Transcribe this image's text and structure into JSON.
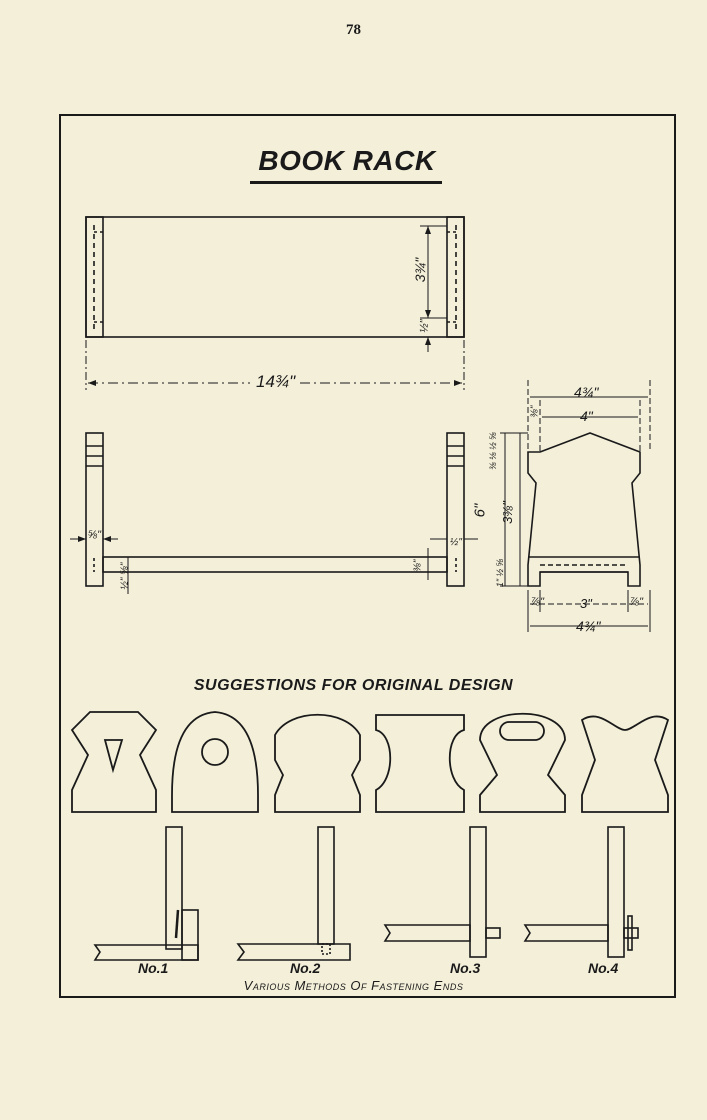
{
  "page_number": "78",
  "title": "BOOK RACK",
  "dimensions": {
    "top_view_width": "3¾\"",
    "top_view_base": "½\"",
    "overall_length": "14¾\"",
    "end_thickness": "⅝\"",
    "base_thickness_left": "⅝\"",
    "base_offset_left": "½\"",
    "end_height_right_a": "½\"",
    "end_height_right_b": "⅜\"",
    "end_width_top": "4¾\"",
    "end_width_inner": "4\"",
    "top_peak": "⅜\"",
    "end_height": "6\"",
    "upper_small": "⅜ ⅛ ½ ⅝",
    "middle_height": "3⅜\"",
    "lower_small": "1\" ½ ⅝",
    "foot_left": "⅞\"",
    "foot_center": "3\"",
    "foot_right": "⅞\"",
    "base_width": "4¾\""
  },
  "suggestions_caption": "SUGGESTIONS FOR ORIGINAL DESIGN",
  "methods": {
    "labels": [
      "No.1",
      "No.2",
      "No.3",
      "No.4"
    ],
    "caption": "Various Methods Of Fastening Ends"
  }
}
